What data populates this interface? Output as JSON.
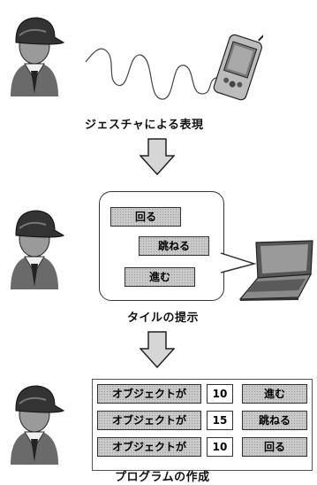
{
  "captions": {
    "gesture": "ジェスチャによる表現",
    "tiles": "タイルの提示",
    "program": "プログラムの作成"
  },
  "bubble_tiles": [
    "回る",
    "跳ねる",
    "進む"
  ],
  "program_rows": [
    {
      "subject": "オブジェクトが",
      "number": "10",
      "action": "進む"
    },
    {
      "subject": "オブジェクトが",
      "number": "15",
      "action": "跳ねる"
    },
    {
      "subject": "オブジェクトが",
      "number": "10",
      "action": "回る"
    }
  ],
  "colors": {
    "tile_fill": "#c9c9c9",
    "ink": "#111111",
    "arrow_fill": "#d6d6d6"
  }
}
